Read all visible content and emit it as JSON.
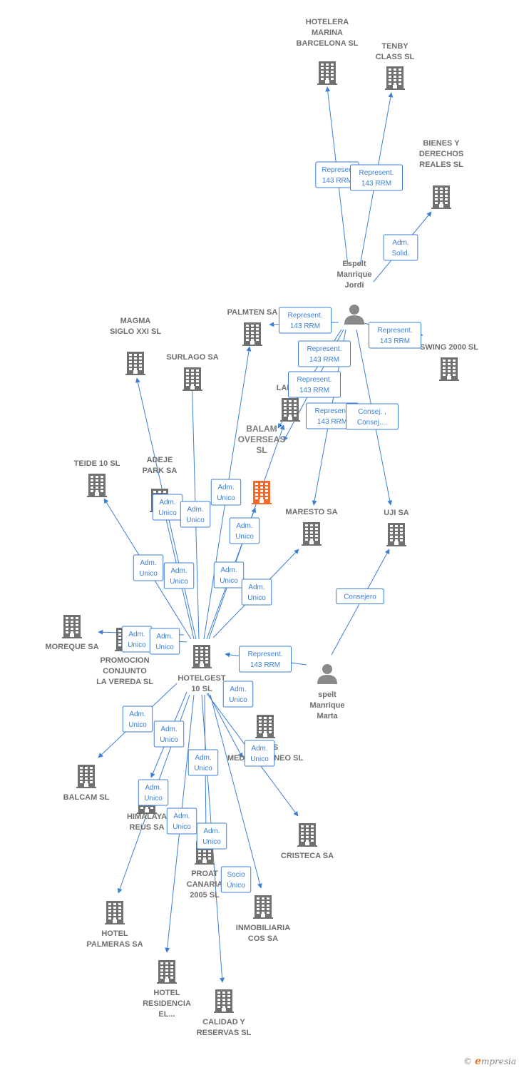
{
  "colors": {
    "edge": "#3b7fd6",
    "building": "#707070",
    "focus": "#f26a2e",
    "person": "#8a8a8a"
  },
  "brand": {
    "copyright": "©",
    "initial": "e",
    "name": "mpresia"
  },
  "nodes": [
    {
      "id": "hotelera",
      "type": "company",
      "label": [
        "HOTELERA",
        "MARINA",
        "BARCELONA SL"
      ]
    },
    {
      "id": "tenby",
      "type": "company",
      "label": [
        "TENBY",
        "CLASS SL"
      ]
    },
    {
      "id": "bienes",
      "type": "company",
      "label": [
        "BIENES Y",
        "DERECHOS",
        "REALES SL"
      ]
    },
    {
      "id": "jordi",
      "type": "person",
      "label": [
        "Espelt",
        "Manrique",
        "Jordi"
      ]
    },
    {
      "id": "palmten",
      "type": "company",
      "label": [
        "PALMTEN SA"
      ]
    },
    {
      "id": "magma",
      "type": "company",
      "label": [
        "MAGMA",
        "SIGLO XXI SL"
      ]
    },
    {
      "id": "surlago",
      "type": "company",
      "label": [
        "SURLAGO SA"
      ]
    },
    {
      "id": "swing",
      "type": "company",
      "label": [
        "SWING 2000 SL"
      ]
    },
    {
      "id": "lanso",
      "type": "company",
      "label": [
        "LANSO"
      ]
    },
    {
      "id": "balam",
      "type": "focus",
      "label": [
        "BALAM",
        "OVERSEAS",
        "SL"
      ]
    },
    {
      "id": "teide",
      "type": "company",
      "label": [
        "TEIDE 10 SL"
      ]
    },
    {
      "id": "adeje",
      "type": "company",
      "label": [
        "ADEJE",
        "PARK SA"
      ]
    },
    {
      "id": "maresto",
      "type": "company",
      "label": [
        "MARESTO SA"
      ]
    },
    {
      "id": "uji",
      "type": "company",
      "label": [
        "UJI SA"
      ]
    },
    {
      "id": "moreque",
      "type": "company",
      "label": [
        "MOREQUE SA"
      ]
    },
    {
      "id": "promocion",
      "type": "company",
      "label": [
        "PROMOCION",
        "CONJUNTO",
        "LA VEREDA SL"
      ]
    },
    {
      "id": "hotelgest",
      "type": "company",
      "label": [
        "HOTELGEST",
        "10 SL"
      ]
    },
    {
      "id": "marta",
      "type": "person",
      "label": [
        "spelt",
        "Manrique",
        "Marta"
      ]
    },
    {
      "id": "inversiones",
      "type": "company",
      "label": [
        "IN NES",
        "MEDITERRANEO SL"
      ]
    },
    {
      "id": "balcam",
      "type": "company",
      "label": [
        "BALCAM SL"
      ]
    },
    {
      "id": "himalaya",
      "type": "company",
      "label": [
        "HIMALAYA",
        "REUS SA"
      ]
    },
    {
      "id": "cristeca",
      "type": "company",
      "label": [
        "CRISTECA SA"
      ]
    },
    {
      "id": "proat",
      "type": "company",
      "label": [
        "PROAT",
        "CANARIA",
        "2005 SL"
      ]
    },
    {
      "id": "inmobiliaria",
      "type": "company",
      "label": [
        "INMOBILIARIA",
        "COS SA"
      ]
    },
    {
      "id": "palmeras",
      "type": "company",
      "label": [
        "HOTEL",
        "PALMERAS SA"
      ]
    },
    {
      "id": "residencia",
      "type": "company",
      "label": [
        "HOTEL",
        "RESIDENCIA",
        "EL..."
      ]
    },
    {
      "id": "calidad",
      "type": "company",
      "label": [
        "CALIDAD Y",
        "RESERVAS SL"
      ]
    }
  ],
  "edges": [
    {
      "id": "e1",
      "from": "jordi",
      "to": "hotelera",
      "label": [
        "Represen",
        "143 RRM"
      ]
    },
    {
      "id": "e2",
      "from": "jordi",
      "to": "tenby",
      "label": [
        "Represent.",
        "143 RRM"
      ]
    },
    {
      "id": "e3",
      "from": "jordi",
      "to": "bienes",
      "label": [
        "Adm.",
        "Solid."
      ]
    },
    {
      "id": "e4",
      "from": "jordi",
      "to": "palmten",
      "label": [
        "Represent.",
        "143 RRM"
      ]
    },
    {
      "id": "e5",
      "from": "jordi",
      "to": "swing",
      "label": [
        "Represent.",
        "143 RRM"
      ]
    },
    {
      "id": "e6",
      "from": "jordi",
      "to": "lanso",
      "label": [
        "Represent.",
        "143 RRM"
      ]
    },
    {
      "id": "e7",
      "from": "jordi",
      "to": "lanso",
      "label": [
        "Represent.",
        "143 RRM"
      ]
    },
    {
      "id": "e8",
      "from": "jordi",
      "to": "maresto",
      "label": [
        "Represent.",
        "143 RRM"
      ]
    },
    {
      "id": "e9",
      "from": "jordi",
      "to": "uji",
      "label": [
        "Consej. ,",
        "Consej...."
      ]
    },
    {
      "id": "e10",
      "from": "marta",
      "to": "uji",
      "label": [
        "Consejero"
      ]
    },
    {
      "id": "e11",
      "from": "marta",
      "to": "hotelgest",
      "label": [
        "Represent.",
        "143 RRM"
      ]
    },
    {
      "id": "e12",
      "from": "hotelgest",
      "to": "magma",
      "label": [
        "Adm.",
        "Unico"
      ]
    },
    {
      "id": "e13",
      "from": "hotelgest",
      "to": "surlago",
      "label": [
        "Adm.",
        "Unico"
      ]
    },
    {
      "id": "e14",
      "from": "hotelgest",
      "to": "palmten",
      "label": [
        "Adm.",
        "Unico"
      ]
    },
    {
      "id": "e15",
      "from": "hotelgest",
      "to": "teide",
      "label": [
        "Adm.",
        "Unico"
      ]
    },
    {
      "id": "e16",
      "from": "hotelgest",
      "to": "adeje",
      "label": [
        "Adm.",
        "Unico"
      ]
    },
    {
      "id": "e17",
      "from": "hotelgest",
      "to": "lanso",
      "label": [
        "Adm.",
        "Unico"
      ]
    },
    {
      "id": "e18",
      "from": "hotelgest",
      "to": "balam",
      "label": [
        "Adm.",
        "Unico"
      ]
    },
    {
      "id": "e19",
      "from": "hotelgest",
      "to": "maresto",
      "label": [
        "Adm.",
        "Unico"
      ]
    },
    {
      "id": "e20",
      "from": "hotelgest",
      "to": "moreque",
      "label": [
        "Adm.",
        "Unico"
      ]
    },
    {
      "id": "e21",
      "from": "hotelgest",
      "to": "promocion",
      "label": [
        "Adm.",
        "Unico"
      ]
    },
    {
      "id": "e22",
      "from": "hotelgest",
      "to": "balcam",
      "label": [
        "Adm.",
        "Unico"
      ]
    },
    {
      "id": "e23",
      "from": "hotelgest",
      "to": "himalaya",
      "label": [
        "Adm.",
        "Unico"
      ]
    },
    {
      "id": "e24",
      "from": "hotelgest",
      "to": "inversiones",
      "label": [
        "Adm.",
        "Unico"
      ]
    },
    {
      "id": "e25",
      "from": "hotelgest",
      "to": "cristeca",
      "label": [
        "Adm.",
        "Unico"
      ]
    },
    {
      "id": "e26",
      "from": "hotelgest",
      "to": "proat",
      "label": [
        "Adm.",
        "Unico"
      ]
    },
    {
      "id": "e27",
      "from": "hotelgest",
      "to": "palmeras",
      "label": [
        "Adm.",
        "Unico"
      ]
    },
    {
      "id": "e28",
      "from": "hotelgest",
      "to": "residencia",
      "label": [
        "Adm.",
        "Unico"
      ]
    },
    {
      "id": "e29",
      "from": "hotelgest",
      "to": "calidad",
      "label": [
        "Adm.",
        "Unico"
      ]
    },
    {
      "id": "e30",
      "from": "hotelgest",
      "to": "inmobiliaria",
      "label": [
        "Socio",
        "Único"
      ]
    }
  ]
}
